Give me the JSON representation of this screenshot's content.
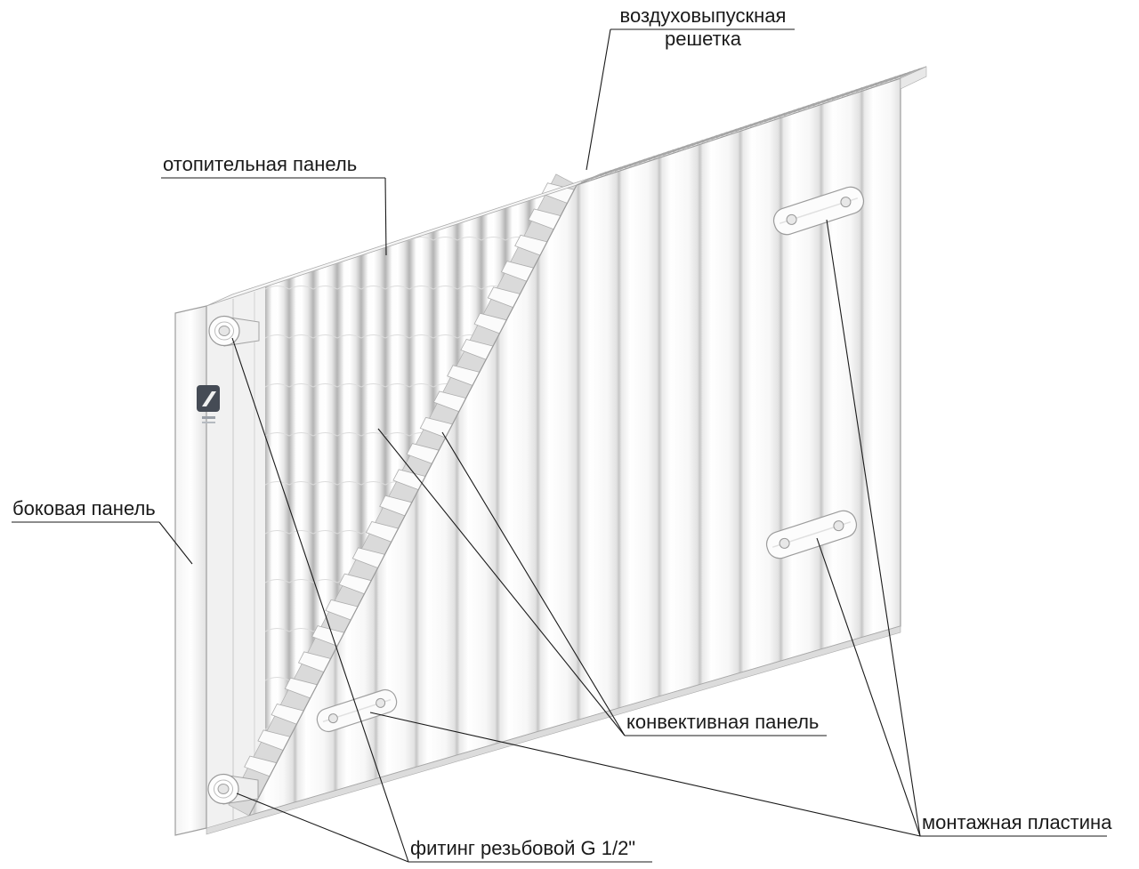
{
  "diagram": {
    "labels": {
      "air_grille": "воздуховыпускная решетка",
      "heating_panel": "отопительная панель",
      "side_panel": "боковая панель",
      "convector_panel": "конвективная панель",
      "mounting_plate": "монтажная пластина",
      "fitting": "фитинг резьбовой G 1/2\""
    },
    "colors": {
      "leader": "#1a1a1a",
      "background": "#ffffff",
      "panel_stroke": "#9e9e9e",
      "logo": "#454b55"
    }
  }
}
